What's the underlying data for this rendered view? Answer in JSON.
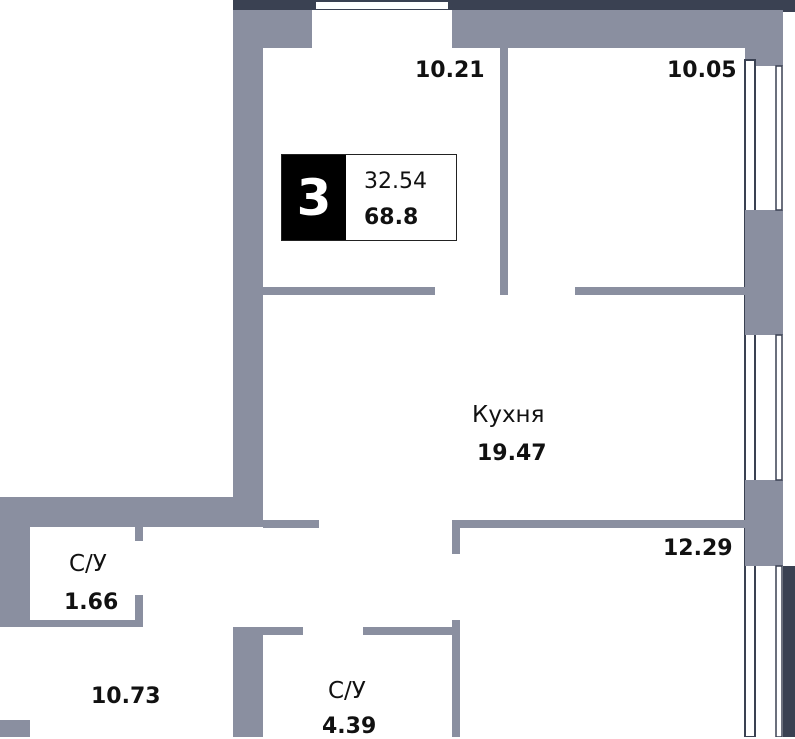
{
  "colors": {
    "wall": "#8a8fa0",
    "wall_dark": "#3a4152",
    "floor": "#ffffff",
    "badge_bg": "#000000"
  },
  "rooms": [
    {
      "id": "bedroom-1",
      "area": "10.21"
    },
    {
      "id": "bedroom-2",
      "area": "10.05"
    },
    {
      "id": "kitchen",
      "name": "Кухня",
      "area": "19.47"
    },
    {
      "id": "bedroom-3",
      "area": "12.29"
    },
    {
      "id": "bathroom-1",
      "name": "С/У",
      "area": "1.66"
    },
    {
      "id": "hallway",
      "area": "10.73"
    },
    {
      "id": "bathroom-2",
      "name": "С/У",
      "area": "4.39"
    }
  ],
  "badge": {
    "rooms": "3",
    "living_area": "32.54",
    "total_area": "68.8"
  }
}
